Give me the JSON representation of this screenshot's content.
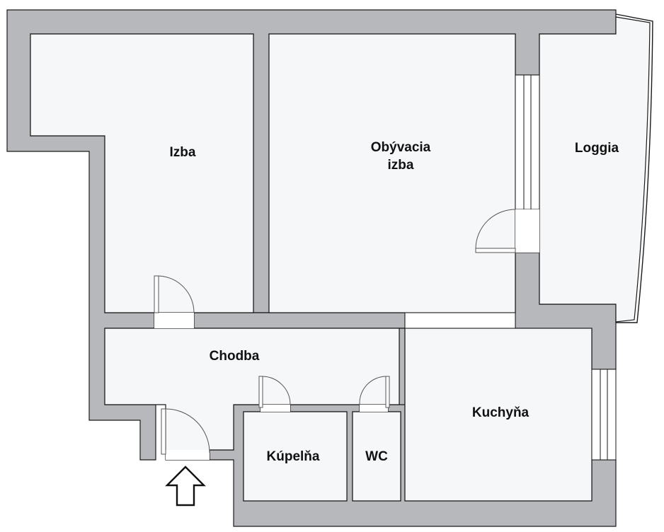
{
  "rooms": {
    "izba": "Izba",
    "obyvacia_line1": "Obývacia",
    "obyvacia_line2": "izba",
    "loggia": "Loggia",
    "chodba": "Chodba",
    "kuchyna": "Kuchyňa",
    "kupelna": "Kúpelňa",
    "wc": "WC"
  },
  "colors": {
    "wall_fill": "#b7b8bc",
    "wall_stroke": "#1a1a1a",
    "floor": "#f6f7f9",
    "door_stroke": "#555555",
    "window_fill": "#ffffff"
  },
  "icons": {
    "entrance": "entrance-arrow-icon"
  }
}
